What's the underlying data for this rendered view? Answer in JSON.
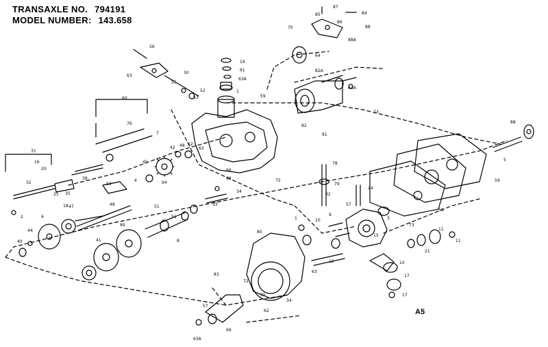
{
  "header": {
    "transaxle_label": "TRANSAXLE NO.",
    "transaxle_no": "794191",
    "model_label": "MODEL NUMBER:",
    "model_no": "143.658"
  },
  "diagram_code": "A5",
  "part_numbers": [
    "84",
    "87",
    "85",
    "86",
    "88",
    "88A",
    "70",
    "64",
    "19",
    "61",
    "63A",
    "56",
    "30",
    "55",
    "52",
    "53",
    "63",
    "1",
    "59",
    "82A",
    "63A",
    "82",
    "81",
    "73",
    "88",
    "79",
    "78",
    "31",
    "32",
    "16",
    "25",
    "20",
    "35",
    "38",
    "76",
    "60",
    "7",
    "42",
    "48",
    "62",
    "45",
    "62",
    "18",
    "94",
    "2",
    "75",
    "66",
    "53",
    "47",
    "48",
    "4",
    "33",
    "34",
    "86",
    "6",
    "40",
    "44",
    "41",
    "89",
    "51",
    "51",
    "8",
    "1",
    "9",
    "10",
    "12",
    "24",
    "32",
    "3",
    "57",
    "15",
    "58",
    "59",
    "5",
    "73",
    "21",
    "11",
    "11",
    "10",
    "17",
    "17",
    "35",
    "34",
    "83",
    "57",
    "69",
    "63A",
    "62",
    "72",
    "80",
    "63",
    "4"
  ],
  "colors": {
    "ink": "#000000",
    "paper": "#ffffff"
  }
}
